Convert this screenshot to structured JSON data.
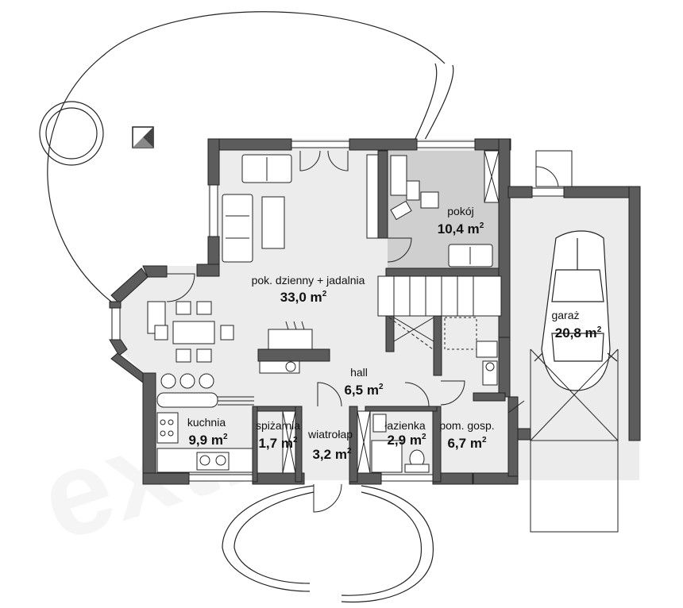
{
  "watermark": "extradom",
  "colors": {
    "wall": "#5c5c5c",
    "floor_light": "#ececec",
    "floor_dark": "#cfcfcf",
    "line": "#222222",
    "background": "#ffffff"
  },
  "rooms": [
    {
      "id": "living",
      "name": "pok. dzienny + jadalnia",
      "area": "33,0 m",
      "sup": "2"
    },
    {
      "id": "pokoj",
      "name": "pokój",
      "area": "10,4 m",
      "sup": "2"
    },
    {
      "id": "garaz",
      "name": "garaż",
      "area": "20,8 m",
      "sup": "2"
    },
    {
      "id": "hall",
      "name": "hall",
      "area": "6,5 m",
      "sup": "2"
    },
    {
      "id": "kuchnia",
      "name": "kuchnia",
      "area": "9,9 m",
      "sup": "2"
    },
    {
      "id": "spizarnia",
      "name": "spiżarnia",
      "area": "1,7 m",
      "sup": "2"
    },
    {
      "id": "wiatrolap",
      "name": "wiatrołap",
      "area": "3,2 m",
      "sup": "2"
    },
    {
      "id": "lazienka",
      "name": "łazienka",
      "area": "2,9 m",
      "sup": "2"
    },
    {
      "id": "pom_gosp",
      "name": "pom. gosp.",
      "area": "6,7 m",
      "sup": "2"
    }
  ]
}
